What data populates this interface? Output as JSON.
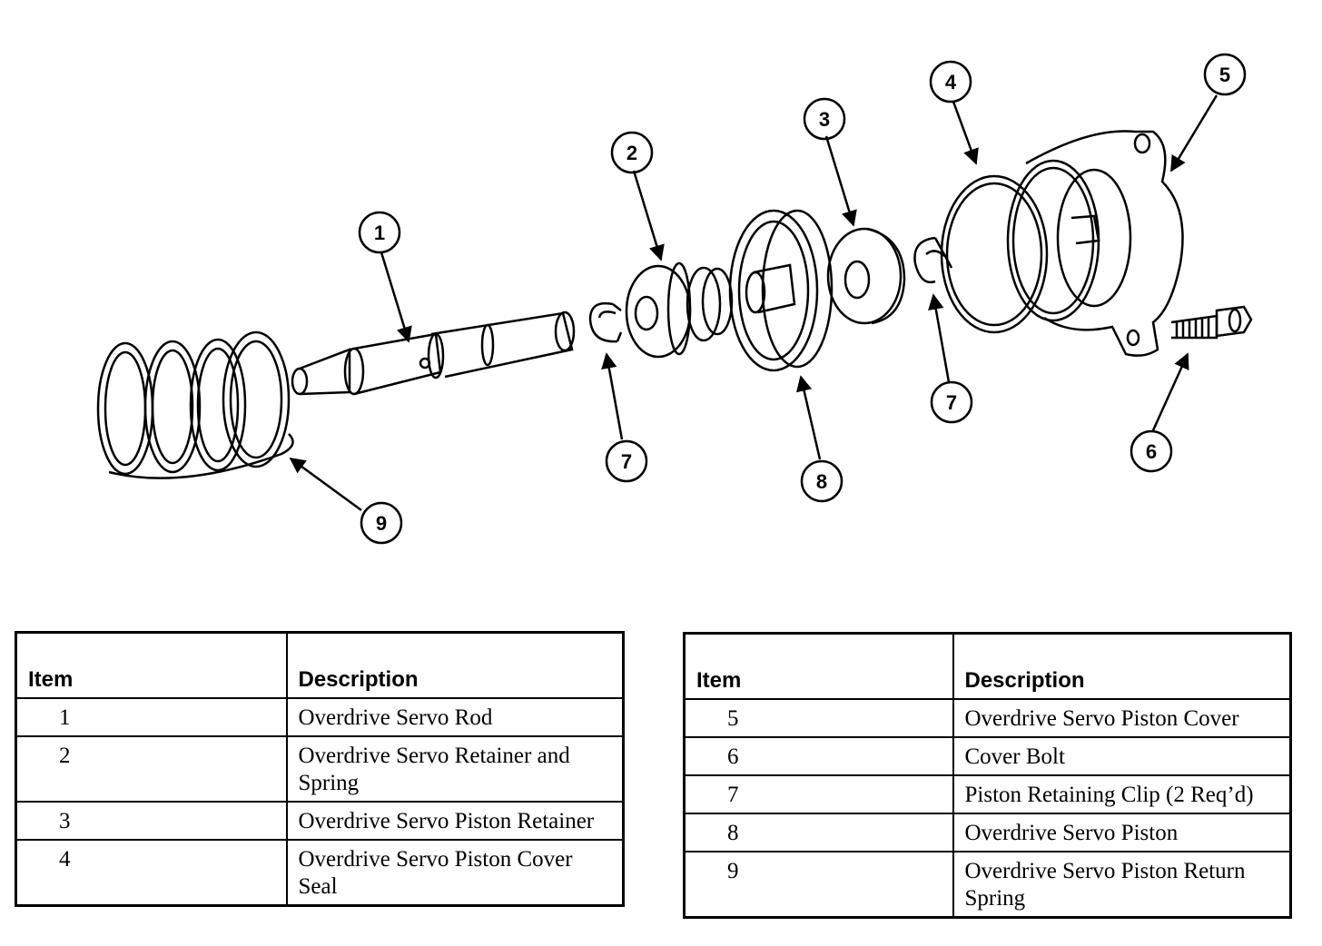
{
  "callouts": [
    "1",
    "2",
    "3",
    "4",
    "5",
    "6",
    "7",
    "7",
    "8",
    "9"
  ],
  "table_left": {
    "headers": {
      "item": "Item",
      "description": "Description"
    },
    "rows": [
      {
        "item": "1",
        "description": "Overdrive Servo Rod"
      },
      {
        "item": "2",
        "description": "Overdrive Servo Retainer and Spring"
      },
      {
        "item": "3",
        "description": "Overdrive Servo Piston Retainer"
      },
      {
        "item": "4",
        "description": "Overdrive Servo Piston Cover Seal"
      }
    ]
  },
  "table_right": {
    "headers": {
      "item": "Item",
      "description": "Description"
    },
    "rows": [
      {
        "item": "5",
        "description": "Overdrive Servo Piston Cover"
      },
      {
        "item": "6",
        "description": "Cover Bolt"
      },
      {
        "item": "7",
        "description": "Piston Retaining Clip (2 Req’d)"
      },
      {
        "item": "8",
        "description": "Overdrive Servo Piston"
      },
      {
        "item": "9",
        "description": "Overdrive Servo Piston Return Spring"
      }
    ]
  }
}
